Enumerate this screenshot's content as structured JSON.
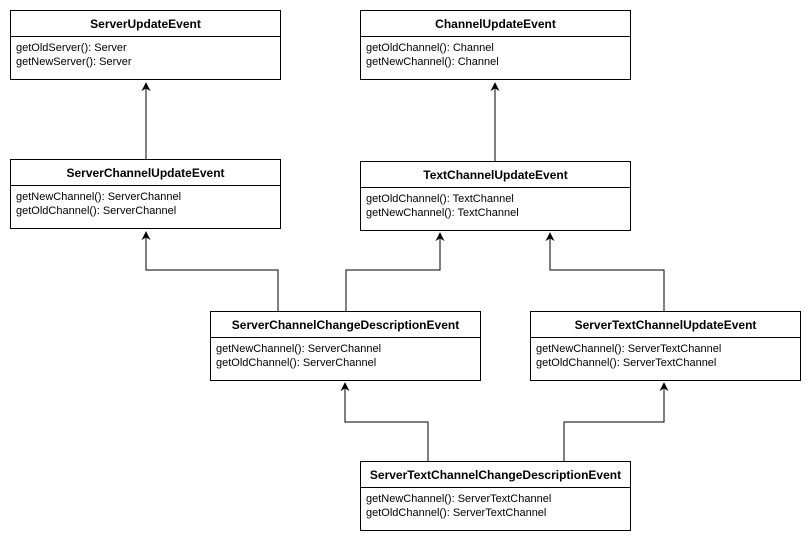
{
  "classes": {
    "server_update_event": {
      "name": "ServerUpdateEvent",
      "methods": [
        "getOldServer(): Server",
        "getNewServer(): Server"
      ]
    },
    "channel_update_event": {
      "name": "ChannelUpdateEvent",
      "methods": [
        "getOldChannel(): Channel",
        "getNewChannel(): Channel"
      ]
    },
    "server_channel_update_event": {
      "name": "ServerChannelUpdateEvent",
      "methods": [
        "getNewChannel(): ServerChannel",
        "getOldChannel(): ServerChannel"
      ]
    },
    "text_channel_update_event": {
      "name": "TextChannelUpdateEvent",
      "methods": [
        "getOldChannel(): TextChannel",
        "getNewChannel(): TextChannel"
      ]
    },
    "server_channel_change_description_event": {
      "name": "ServerChannelChangeDescriptionEvent",
      "methods": [
        "getNewChannel(): ServerChannel",
        "getOldChannel(): ServerChannel"
      ]
    },
    "server_text_channel_update_event": {
      "name": "ServerTextChannelUpdateEvent",
      "methods": [
        "getNewChannel(): ServerTextChannel",
        "getOldChannel(): ServerTextChannel"
      ]
    },
    "server_text_channel_change_description_event": {
      "name": "ServerTextChannelChangeDescriptionEvent",
      "methods": [
        "getNewChannel(): ServerTextChannel",
        "getOldChannel(): ServerTextChannel"
      ]
    }
  }
}
